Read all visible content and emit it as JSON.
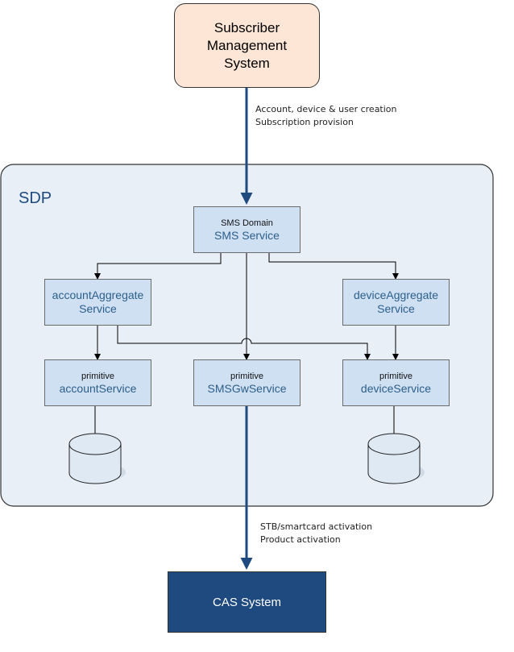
{
  "subscriber_system": {
    "line1": "Subscriber",
    "line2": "Management",
    "line3": "System"
  },
  "top_note": {
    "line1": "Account, device & user creation",
    "line2": "Subscription provision"
  },
  "sdp": {
    "label": "SDP"
  },
  "sms_domain": {
    "small": "SMS Domain",
    "big": "SMS Service"
  },
  "account_aggregate": {
    "line1": "accountAggregate",
    "line2": "Service"
  },
  "device_aggregate": {
    "line1": "deviceAggregate",
    "line2": "Service"
  },
  "primitive_account": {
    "small": "primitive",
    "big": "accountService"
  },
  "primitive_smsgw": {
    "small": "primitive",
    "big": "SMSGwService"
  },
  "primitive_device": {
    "small": "primitive",
    "big": "deviceService"
  },
  "bottom_note": {
    "line1": "STB/smartcard activation",
    "line2": "Product activation"
  },
  "cas_system": {
    "label": "CAS System"
  },
  "colors": {
    "sdp_fill": "#e8eff7",
    "service_fill": "#cfe0f3",
    "subscriber_fill": "#fde6d5",
    "cas_fill": "#1f4a80",
    "arrow": "#1f4a80"
  }
}
